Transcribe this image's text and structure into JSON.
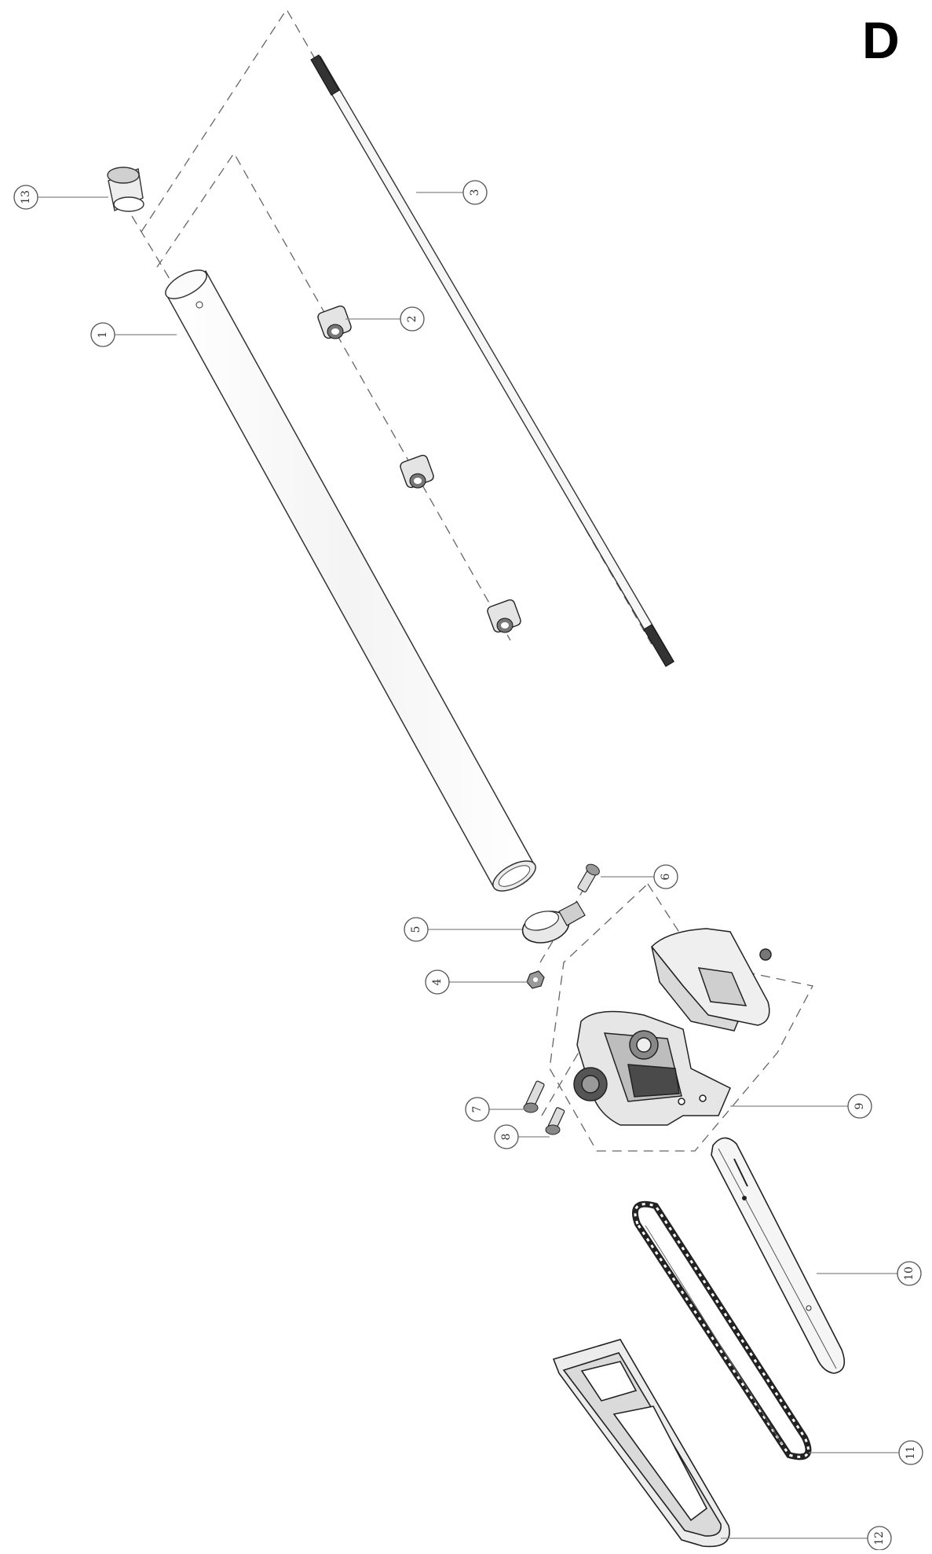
{
  "sheet": {
    "letter": "D"
  },
  "callouts": [
    {
      "id": "13",
      "label": "13"
    },
    {
      "id": "3",
      "label": "3"
    },
    {
      "id": "2",
      "label": "2"
    },
    {
      "id": "1",
      "label": "1"
    },
    {
      "id": "6",
      "label": "6"
    },
    {
      "id": "5",
      "label": "5"
    },
    {
      "id": "4",
      "label": "4"
    },
    {
      "id": "7",
      "label": "7"
    },
    {
      "id": "8",
      "label": "8"
    },
    {
      "id": "9",
      "label": "9"
    },
    {
      "id": "10",
      "label": "10"
    },
    {
      "id": "11",
      "label": "11"
    },
    {
      "id": "12",
      "label": "12"
    }
  ],
  "colors": {
    "line": "#555555",
    "dark": "#222222",
    "mid": "#888888",
    "light": "#d8d8d8",
    "paper": "#ffffff"
  }
}
